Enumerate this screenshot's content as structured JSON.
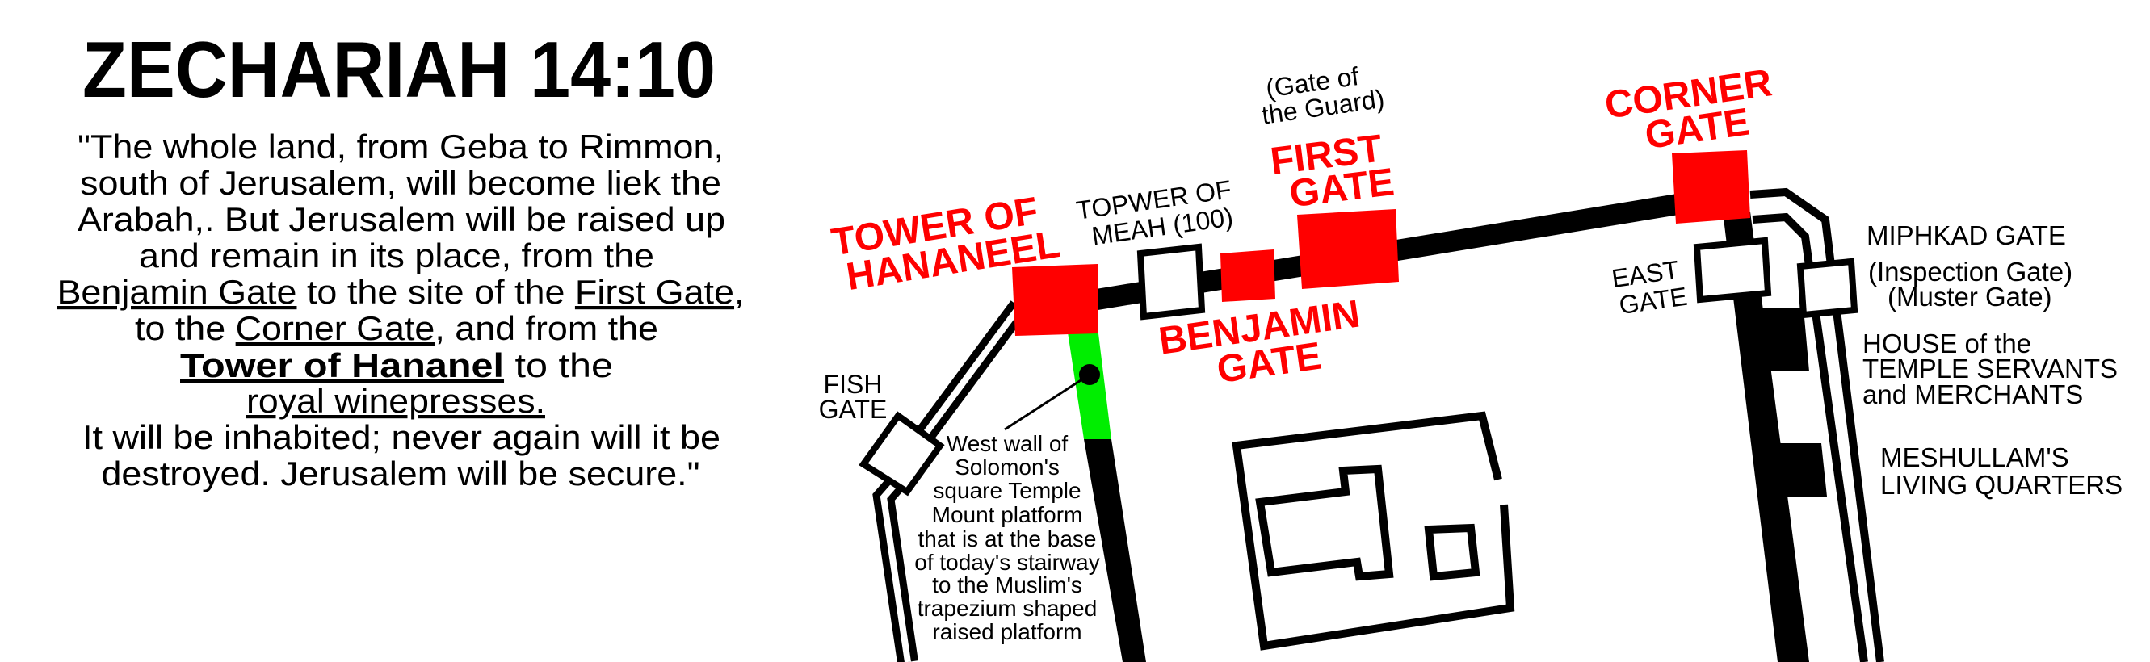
{
  "title": "ZECHARIAH 14:10",
  "verse": {
    "l1": "\"The whole land, from Geba to Rimmon,",
    "l2": "south of Jerusalem, will become liek the",
    "l3": "Arabah,. But Jerusalem will be raised up",
    "l4": "and remain in its place, from the",
    "l5a": "Benjamin Gate",
    "l5b": " to the site of the ",
    "l5c": "First Gate",
    "l5d": ",",
    "l6a": "to the ",
    "l6b": "Corner Gate",
    "l6c": ", and from the",
    "l7a": "Tower of Hananel",
    "l7b": " to the",
    "l8": "royal winepresses.",
    "l9": "It will be inhabited; never again will it be",
    "l10": "destroyed. Jerusalem will be secure.\""
  },
  "map": {
    "tower_hananeel": [
      "TOWER OF",
      "HANANEEL"
    ],
    "tower_meah": [
      "TOPWER OF",
      "MEAH (100)"
    ],
    "gate_of_guard": [
      "(Gate of",
      "the Guard)"
    ],
    "first_gate": [
      "FIRST",
      "GATE"
    ],
    "benjamin_gate": [
      "BENJAMIN",
      "GATE"
    ],
    "corner_gate": [
      "CORNER",
      "GATE"
    ],
    "fish_gate": [
      "FISH",
      "GATE"
    ],
    "east_gate": [
      "EAST",
      "GATE"
    ],
    "miphkad": [
      "MIPHKAD GATE",
      "(Inspection Gate)",
      "(Muster Gate)"
    ],
    "house": [
      "HOUSE of the",
      "TEMPLE SERVANTS",
      "and MERCHANTS"
    ],
    "meshullam": [
      "MESHULLAM'S",
      "LIVING QUARTERS"
    ],
    "west_wall_note": [
      "West wall of",
      "Solomon's",
      "square Temple",
      "Mount platform",
      "that is at the base",
      "of today's stairway",
      "to the Muslim's",
      "trapezium shaped",
      "raised platform"
    ]
  },
  "colors": {
    "gate_red": "#ff0000",
    "west_wall_green": "#00ee00",
    "wall": "#000000"
  }
}
